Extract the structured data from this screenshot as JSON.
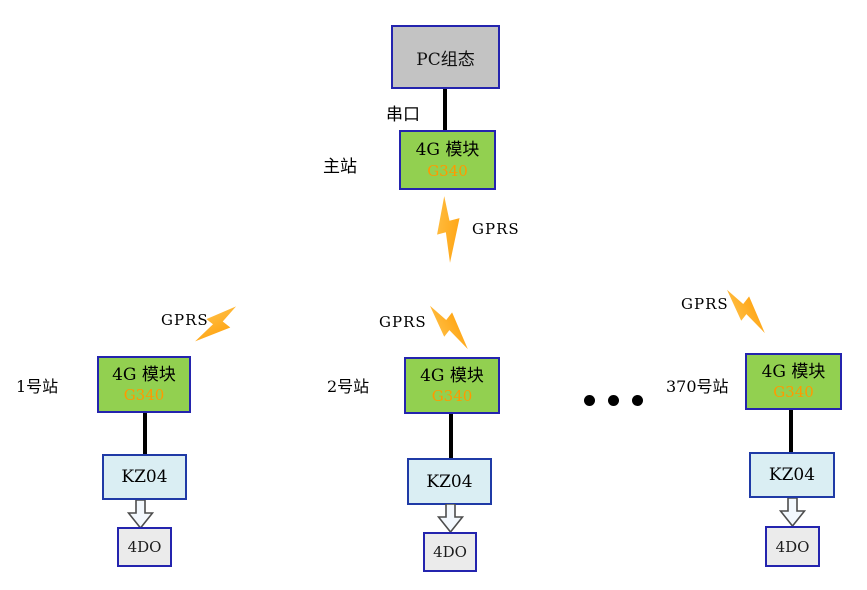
{
  "master": {
    "pc_label": "PC组态",
    "serial_label": "串口",
    "role_label": "主站",
    "module": {
      "line1": "4G 模块",
      "line2": "G340"
    },
    "gprs_label": "GPRS"
  },
  "stations": [
    {
      "name": "1号站",
      "module": {
        "line1": "4G 模块",
        "line2": "G340"
      },
      "controller": "KZ04",
      "io": "4DO",
      "gprs_label": "GPRS"
    },
    {
      "name": "2号站",
      "module": {
        "line1": "4G 模块",
        "line2": "G340"
      },
      "controller": "KZ04",
      "io": "4DO",
      "gprs_label": "GPRS"
    },
    {
      "name": "370号站",
      "module": {
        "line1": "4G 模块",
        "line2": "G340"
      },
      "controller": "KZ04",
      "io": "4DO",
      "gprs_label": "GPRS"
    }
  ],
  "colors": {
    "module_fill": "#92d050",
    "box_border_blue": "#2424ae",
    "pc_fill": "#c3c3c3",
    "controller_fill": "#daeef3",
    "io_fill": "#ebebeb",
    "module_code_text": "#ff9900",
    "bolt_orange": "#ffa41c"
  }
}
